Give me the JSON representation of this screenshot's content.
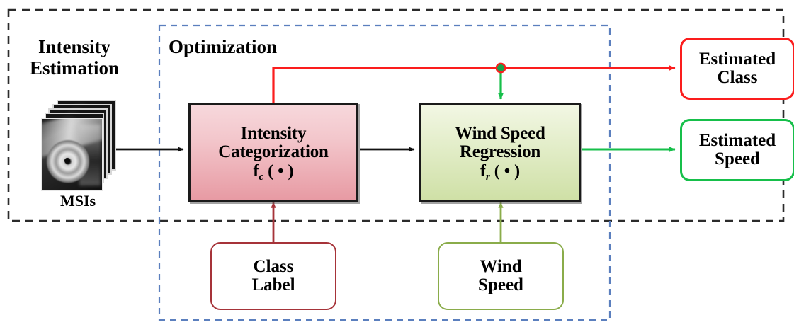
{
  "diagram": {
    "title_visible": false,
    "groups": [
      {
        "name": "intensity-estimation",
        "label_line1": "Intensity",
        "label_line2": "Estimation",
        "border_color": "#2b2b2b",
        "border_style": "dashed"
      },
      {
        "name": "optimization",
        "label": "Optimization",
        "border_color": "#5b7fbe",
        "border_style": "dashed"
      }
    ],
    "input": {
      "name": "msi-stack",
      "caption": "MSIs",
      "description": "stack of grayscale multi-spectral satellite cyclone images"
    },
    "process_blocks": [
      {
        "name": "intensity-categorization",
        "line1": "Intensity",
        "line2": "Categorization",
        "function": "f",
        "subscript": "c",
        "function_arg": "( • )",
        "fill_top": "#f7d8dc",
        "fill_bottom": "#e79aa3",
        "border_color": "#1a1a1a"
      },
      {
        "name": "wind-speed-regression",
        "line1": "Wind Speed",
        "line2": "Regression",
        "function": "f",
        "subscript": "r",
        "function_arg": "( • )",
        "fill_top": "#f2f7e4",
        "fill_bottom": "#cfe0a6",
        "border_color": "#1a1a1a"
      }
    ],
    "outputs": [
      {
        "name": "estimated-class",
        "line1": "Estimated",
        "line2": "Class",
        "border_color": "#fb1d1d"
      },
      {
        "name": "estimated-speed",
        "line1": "Estimated",
        "line2": "Speed",
        "border_color": "#16bf4a"
      }
    ],
    "supervision": [
      {
        "name": "class-label",
        "line1": "Class",
        "line2": "Label",
        "border_color": "#a63339"
      },
      {
        "name": "wind-speed",
        "line1": "Wind",
        "line2": "Speed",
        "border_color": "#8aac4a"
      }
    ],
    "edges": [
      {
        "name": "msi-to-categorization",
        "color": "#111111",
        "style": "solid-arrow"
      },
      {
        "name": "categorization-to-regression",
        "color": "#111111",
        "style": "solid-arrow"
      },
      {
        "name": "categorization-to-estimated-class",
        "color": "#fb1d1d",
        "style": "solid-arrow"
      },
      {
        "name": "class-branch-to-regression",
        "color": "#16bf4a",
        "style": "solid-arrow"
      },
      {
        "name": "regression-to-estimated-speed",
        "color": "#16bf4a",
        "style": "solid-arrow"
      },
      {
        "name": "class-label-to-categorization",
        "color": "#a63339",
        "style": "solid-arrow"
      },
      {
        "name": "wind-speed-to-regression",
        "color": "#8aac4a",
        "style": "solid-arrow"
      }
    ],
    "junction": {
      "name": "class-feature-junction",
      "fill": "#16a34a",
      "stroke": "#fb1d1d"
    }
  }
}
